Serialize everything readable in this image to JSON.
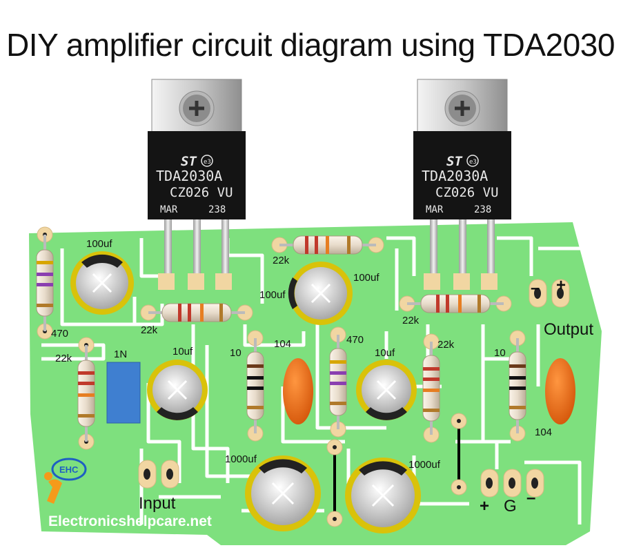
{
  "title": "DIY amplifier circuit diagram using TDA2030",
  "chips": [
    {
      "brand": "ST",
      "part": "TDA2030A",
      "code": "CZ026 VU",
      "mark1": "MAR",
      "mark2": "238",
      "pb": "e3"
    },
    {
      "brand": "ST",
      "part": "TDA2030A",
      "code": "CZ026 VU",
      "mark1": "MAR",
      "mark2": "238",
      "pb": "e3"
    }
  ],
  "labels": {
    "c_100uf_a": "100uf",
    "r_470_a": "470",
    "r_22k_top": "22k",
    "c_100uf_b": "100uf",
    "c_100uf_c": "100uf",
    "r_22k_mid": "22k",
    "r_22k_left": "22k",
    "d_1n": "1N",
    "c_10uf_a": "10uf",
    "r_10_a": "10",
    "c_104_a": "104",
    "r_470_b": "470",
    "c_10uf_b": "10uf",
    "r_22k_right": "22k",
    "r_22k_rmid": "22k",
    "r_10_b": "10",
    "c_104_b": "104",
    "c_1000uf_a": "1000uf",
    "c_1000uf_b": "1000uf",
    "output": "Output",
    "out_minus": "–",
    "out_plus": "+",
    "input": "Input",
    "pwr_plus": "+",
    "pwr_g": "G",
    "pwr_minus": "–",
    "logo": "EHC",
    "website": "Electronicshelpcare.net"
  },
  "colors": {
    "pcb": "#7ee07e",
    "pad": "#f1d6a2",
    "chip": "#141414",
    "heatsink": "#d0d0d0",
    "ceramic": "#e8650f",
    "diode": "#3f7fd0",
    "cap_edge": "#d9c20a",
    "cap_body": "#d8d8d8"
  }
}
